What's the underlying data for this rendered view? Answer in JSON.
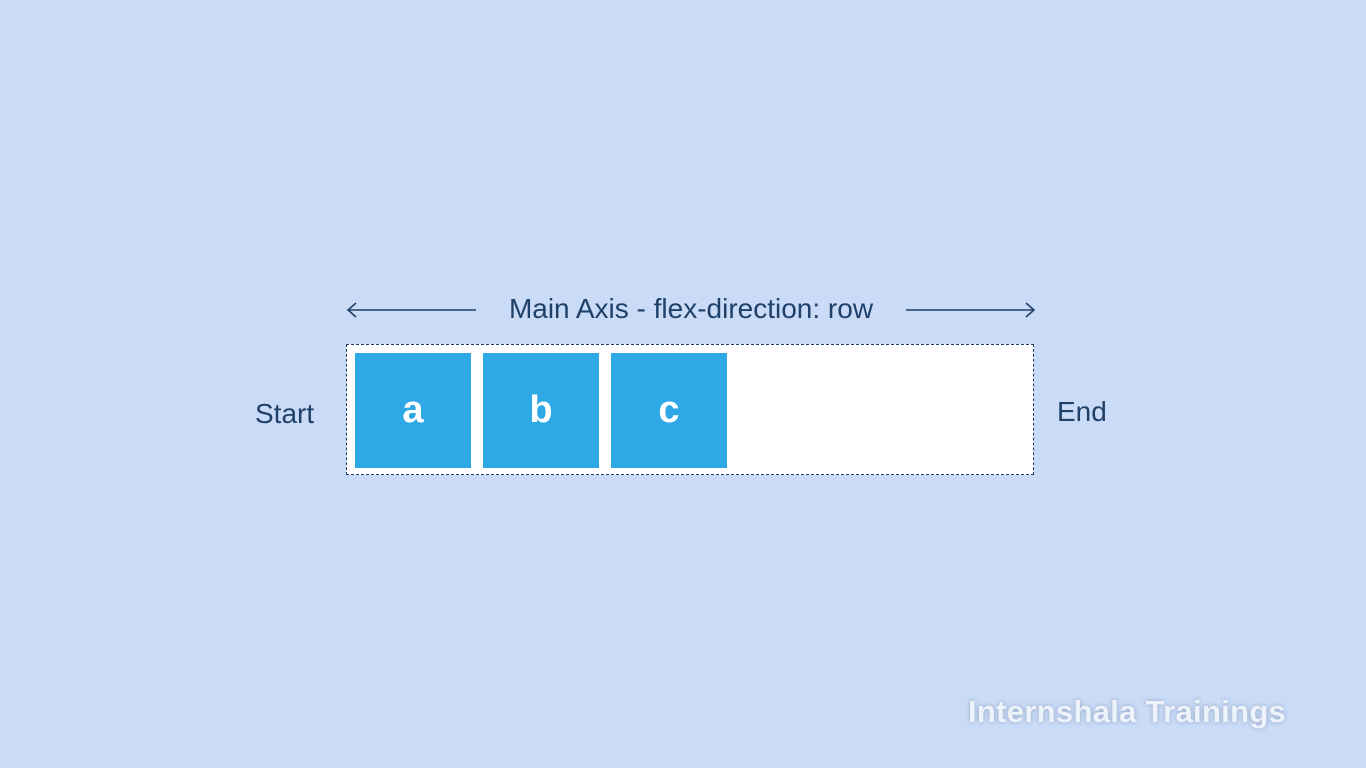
{
  "diagram": {
    "axis_label": "Main Axis - flex-direction: row",
    "start_label": "Start",
    "end_label": "End",
    "items": [
      "a",
      "b",
      "c"
    ]
  },
  "watermark": "Internshala Trainings",
  "colors": {
    "background": "#c9dbf6",
    "item_fill": "#2fa9e6",
    "text": "#1f4069",
    "container_fill": "#ffffff"
  }
}
